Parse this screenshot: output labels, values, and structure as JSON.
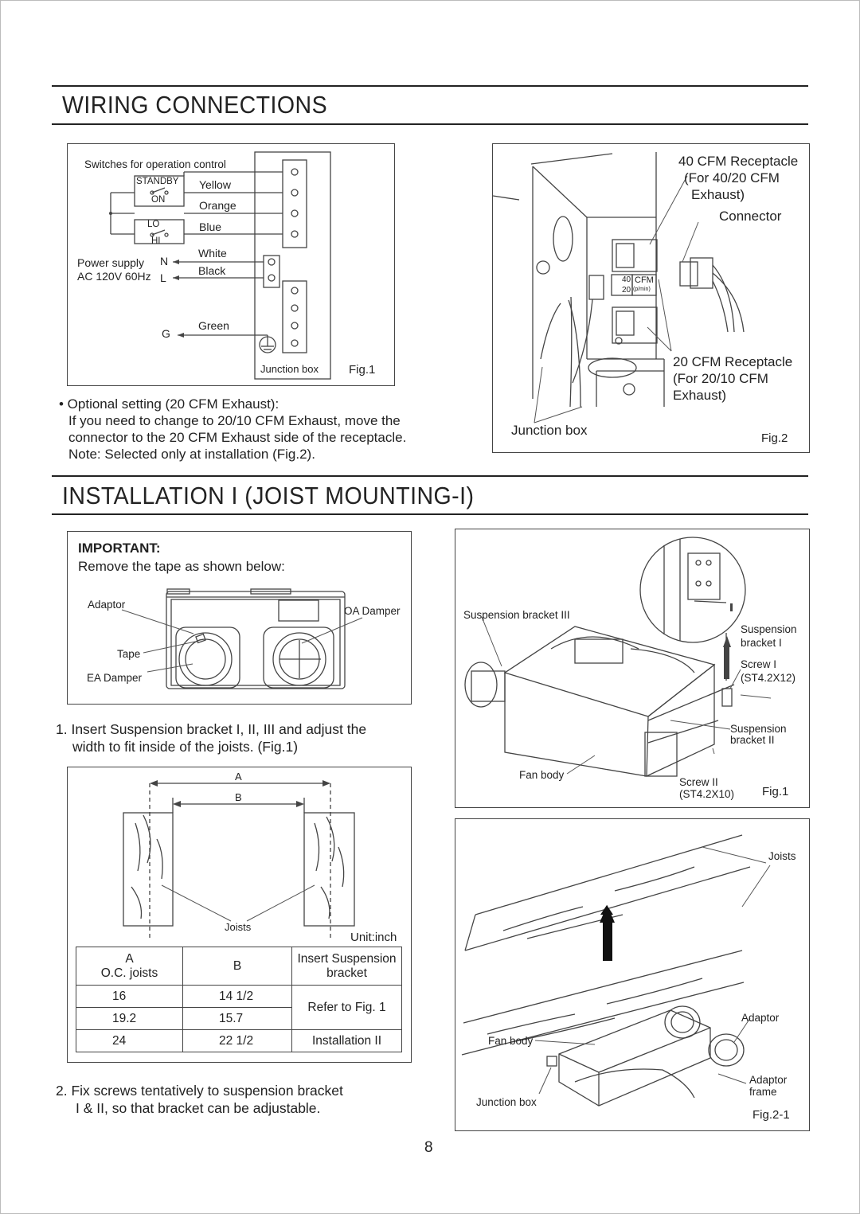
{
  "sections": {
    "wiring_title": "WIRING CONNECTIONS",
    "install_title": "INSTALLATION I (JOIST MOUNTING-I)"
  },
  "wiring_fig1": {
    "switches_label": "Switches for operation control",
    "standby": "STANDBY",
    "on": "ON",
    "lo": "LO",
    "hi": "HI",
    "wire_yellow": "Yellow",
    "wire_orange": "Orange",
    "wire_blue": "Blue",
    "wire_white": "White",
    "wire_black": "Black",
    "wire_green": "Green",
    "power_supply": "Power supply",
    "power_spec": "AC 120V 60Hz",
    "n": "N",
    "l": "L",
    "g": "G",
    "junction_box": "Junction box",
    "fig": "Fig.1"
  },
  "optional_setting": {
    "line1": "• Optional setting (20 CFM Exhaust):",
    "line2": "If you need to change to 20/10 CFM Exhaust, move the",
    "line3": "connector to the 20 CFM Exhaust side of the receptacle.",
    "line4": "Note: Selected only at installation (Fig.2)."
  },
  "wiring_fig2": {
    "rec40_line1": "40 CFM Receptacle",
    "rec40_line2": "(For 40/20 CFM",
    "rec40_line3": "Exhaust)",
    "connector": "Connector",
    "rec20_line1": "20 CFM Receptacle",
    "rec20_line2": "(For 20/10 CFM",
    "rec20_line3": "Exhaust)",
    "junction_box": "Junction box",
    "fig": "Fig.2",
    "cfm": "CFM",
    "val40": "40",
    "val20": "20",
    "unit": "(p/min)"
  },
  "important": {
    "title": "IMPORTANT:",
    "text": "Remove the tape as shown below:",
    "adaptor": "Adaptor",
    "oa_damper": "OA Damper",
    "tape": "Tape",
    "ea_damper": "EA Damper"
  },
  "steps": {
    "step1_line1": "1. Insert Suspension bracket I, II, III and adjust the",
    "step1_line2": "width to fit inside of the joists. (Fig.1)",
    "step2_line1": "2. Fix screws tentatively to suspension bracket",
    "step2_line2": "I & II, so that bracket can be adjustable."
  },
  "joist_fig": {
    "a": "A",
    "b": "B",
    "joists": "Joists",
    "unit": "Unit:inch"
  },
  "table": {
    "header_a_line1": "A",
    "header_a_line2": "O.C. joists",
    "header_b": "B",
    "header_c_line1": "Insert Suspension",
    "header_c_line2": "bracket",
    "rows": [
      {
        "a": "16",
        "b": "14 1/2"
      },
      {
        "a": "19.2",
        "b": "15.7"
      },
      {
        "a": "24",
        "b": "22 1/2"
      }
    ],
    "refer": "Refer to Fig. 1",
    "install2": "Installation II"
  },
  "install_fig1": {
    "bracket3": "Suspension bracket III",
    "bracket1_line1": "Suspension",
    "bracket1_line2": "bracket I",
    "screw1_line1": "Screw I",
    "screw1_line2": "(ST4.2X12)",
    "bracket2_line1": "Suspension",
    "bracket2_line2": "bracket II",
    "screw2_line1": "Screw II",
    "screw2_line2": "(ST4.2X10)",
    "fan_body": "Fan body",
    "fig": "Fig.1"
  },
  "install_fig21": {
    "joists": "Joists",
    "adaptor": "Adaptor",
    "fan_body": "Fan body",
    "adaptor_frame_line1": "Adaptor",
    "adaptor_frame_line2": "frame",
    "junction_box": "Junction box",
    "fig": "Fig.2-1"
  },
  "page_number": "8"
}
